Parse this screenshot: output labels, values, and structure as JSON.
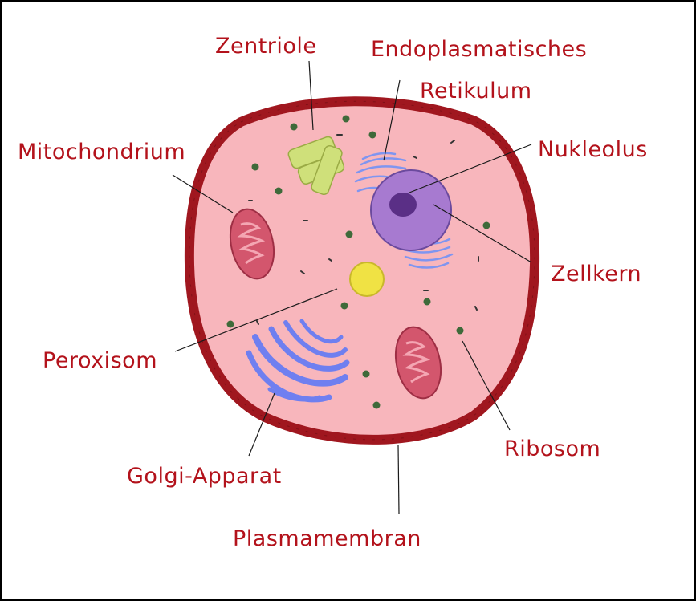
{
  "labels": {
    "zentriole": "Zentriole",
    "er_line1": "Endoplasmatisches",
    "er_line2": "Retikulum",
    "mitochondrium": "Mitochondrium",
    "nukleolus": "Nukleolus",
    "zellkern": "Zellkern",
    "peroxisom": "Peroxisom",
    "golgi": "Golgi-Apparat",
    "ribosom": "Ribosom",
    "plasmamembran": "Plasmamembran"
  },
  "colors": {
    "label_text": "#b3121b",
    "membrane": "#a0171f",
    "cytoplasm": "#f8b6bc",
    "nucleus": "#a77ad0",
    "nucleolus": "#5a2f86",
    "mitochondrion": "#d3566d",
    "centriole": "#cfe07a",
    "golgi": "#6f7ff0",
    "er": "#7f95f0",
    "peroxisome": "#f0e244",
    "ribosome": "#3f6a3a"
  }
}
